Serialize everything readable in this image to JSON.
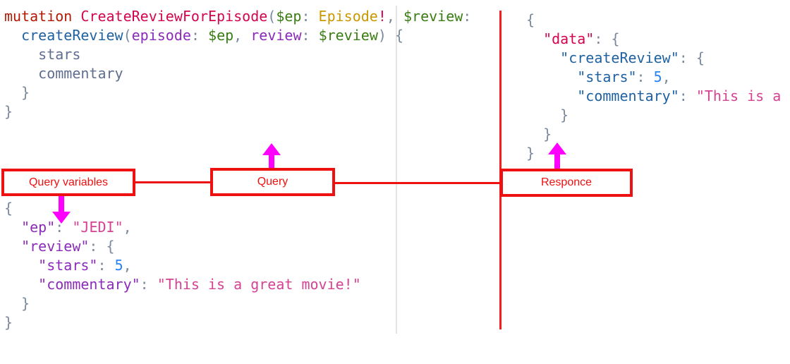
{
  "palette": {
    "kw": "#b11a04",
    "def": "#d2054e",
    "pun": "#7a8a9c",
    "var": "#397d13",
    "atom": "#ca9800",
    "bang": "#d2054e",
    "prop": "#1f61a0",
    "attr": "#8b2bb9",
    "field": "#5f6e91",
    "key": "#8b2bb9",
    "str": "#d64292",
    "num": "#2882f9",
    "rdef": "#d2054e",
    "rkey": "#1f61a0",
    "pln": "#555555"
  },
  "annotation": {
    "box_border_color": "#ee1111",
    "label_color": "#ee1111",
    "arrow_color": "#ff00ff",
    "separator_line_color": "#f51d1d",
    "labels": {
      "query_variables": "Query variables",
      "query": "Query",
      "response": "Responce"
    }
  },
  "code": {
    "query_editor": {
      "lines": [
        [
          [
            "kw",
            "mutation"
          ],
          [
            "pln",
            " "
          ],
          [
            "def",
            "CreateReviewForEpisode"
          ],
          [
            "pun",
            "("
          ],
          [
            "var",
            "$ep"
          ],
          [
            "pun",
            ":"
          ],
          [
            "pln",
            " "
          ],
          [
            "atom",
            "Episode"
          ],
          [
            "bang",
            "!"
          ],
          [
            "pun",
            ","
          ],
          [
            "pln",
            " "
          ],
          [
            "var",
            "$review"
          ],
          [
            "pun",
            ":"
          ]
        ],
        [
          [
            "pln",
            "  "
          ],
          [
            "prop",
            "createReview"
          ],
          [
            "pun",
            "("
          ],
          [
            "attr",
            "episode"
          ],
          [
            "pun",
            ":"
          ],
          [
            "pln",
            " "
          ],
          [
            "var",
            "$ep"
          ],
          [
            "pun",
            ","
          ],
          [
            "pln",
            " "
          ],
          [
            "attr",
            "review"
          ],
          [
            "pun",
            ":"
          ],
          [
            "pln",
            " "
          ],
          [
            "var",
            "$review"
          ],
          [
            "pun",
            ")"
          ],
          [
            "pln",
            " "
          ],
          [
            "pun",
            "{"
          ]
        ],
        [
          [
            "pln",
            "    "
          ],
          [
            "field",
            "stars"
          ]
        ],
        [
          [
            "pln",
            "    "
          ],
          [
            "field",
            "commentary"
          ]
        ],
        [
          [
            "pln",
            "  "
          ],
          [
            "pun",
            "}"
          ]
        ],
        [
          [
            "pun",
            "}"
          ]
        ]
      ]
    },
    "variables_editor": {
      "lines": [
        [
          [
            "pun",
            "{"
          ]
        ],
        [
          [
            "pln",
            "  "
          ],
          [
            "key",
            "\"ep\""
          ],
          [
            "pun",
            ":"
          ],
          [
            "pln",
            " "
          ],
          [
            "str",
            "\"JEDI\""
          ],
          [
            "pun",
            ","
          ]
        ],
        [
          [
            "pln",
            "  "
          ],
          [
            "key",
            "\"review\""
          ],
          [
            "pun",
            ":"
          ],
          [
            "pln",
            " "
          ],
          [
            "pun",
            "{"
          ]
        ],
        [
          [
            "pln",
            "    "
          ],
          [
            "key",
            "\"stars\""
          ],
          [
            "pun",
            ":"
          ],
          [
            "pln",
            " "
          ],
          [
            "num",
            "5"
          ],
          [
            "pun",
            ","
          ]
        ],
        [
          [
            "pln",
            "    "
          ],
          [
            "key",
            "\"commentary\""
          ],
          [
            "pun",
            ":"
          ],
          [
            "pln",
            " "
          ],
          [
            "str",
            "\"This is a great movie!\""
          ]
        ],
        [
          [
            "pln",
            "  "
          ],
          [
            "pun",
            "}"
          ]
        ],
        [
          [
            "pun",
            "}"
          ]
        ]
      ]
    },
    "response_viewer": {
      "lines": [
        [
          [
            "pun",
            "{"
          ]
        ],
        [
          [
            "pln",
            "  "
          ],
          [
            "rdef",
            "\"data\""
          ],
          [
            "pun",
            ":"
          ],
          [
            "pln",
            " "
          ],
          [
            "pun",
            "{"
          ]
        ],
        [
          [
            "pln",
            "    "
          ],
          [
            "rkey",
            "\"createReview\""
          ],
          [
            "pun",
            ":"
          ],
          [
            "pln",
            " "
          ],
          [
            "pun",
            "{"
          ]
        ],
        [
          [
            "pln",
            "      "
          ],
          [
            "rkey",
            "\"stars\""
          ],
          [
            "pun",
            ":"
          ],
          [
            "pln",
            " "
          ],
          [
            "num",
            "5"
          ],
          [
            "pun",
            ","
          ]
        ],
        [
          [
            "pln",
            "      "
          ],
          [
            "rkey",
            "\"commentary\""
          ],
          [
            "pun",
            ":"
          ],
          [
            "pln",
            " "
          ],
          [
            "str",
            "\"This is a"
          ]
        ],
        [
          [
            "pln",
            "    "
          ],
          [
            "pun",
            "}"
          ]
        ],
        [
          [
            "pln",
            "  "
          ],
          [
            "pun",
            "}"
          ]
        ],
        [
          [
            "pun",
            "}"
          ]
        ]
      ]
    }
  }
}
